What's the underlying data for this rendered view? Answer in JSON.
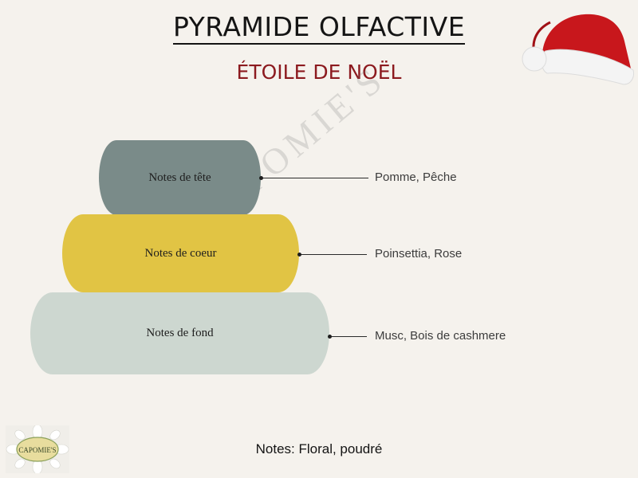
{
  "header": {
    "title": "PYRAMIDE OLFACTIVE",
    "subtitle": "ÉTOILE DE NOËL"
  },
  "pyramid": {
    "layers": [
      {
        "label": "Notes de tête",
        "ingredients": "Pomme, Pêche",
        "color": "#7a8b89"
      },
      {
        "label": "Notes de coeur",
        "ingredients": "Poinsettia, Rose",
        "color": "#e1c444"
      },
      {
        "label": "Notes de fond",
        "ingredients": "Musc, Bois de cashmere",
        "color": "#cdd7d0"
      }
    ]
  },
  "watermark": "CAPOMIE'S",
  "footer": {
    "notes": "Notes: Floral, poudré"
  },
  "logo": {
    "text": "CAPOMIE'S"
  },
  "colors": {
    "background": "#f5f2ed",
    "subtitle": "#8c1a1f",
    "hat_red": "#c8171c",
    "hat_white": "#ffffff"
  }
}
